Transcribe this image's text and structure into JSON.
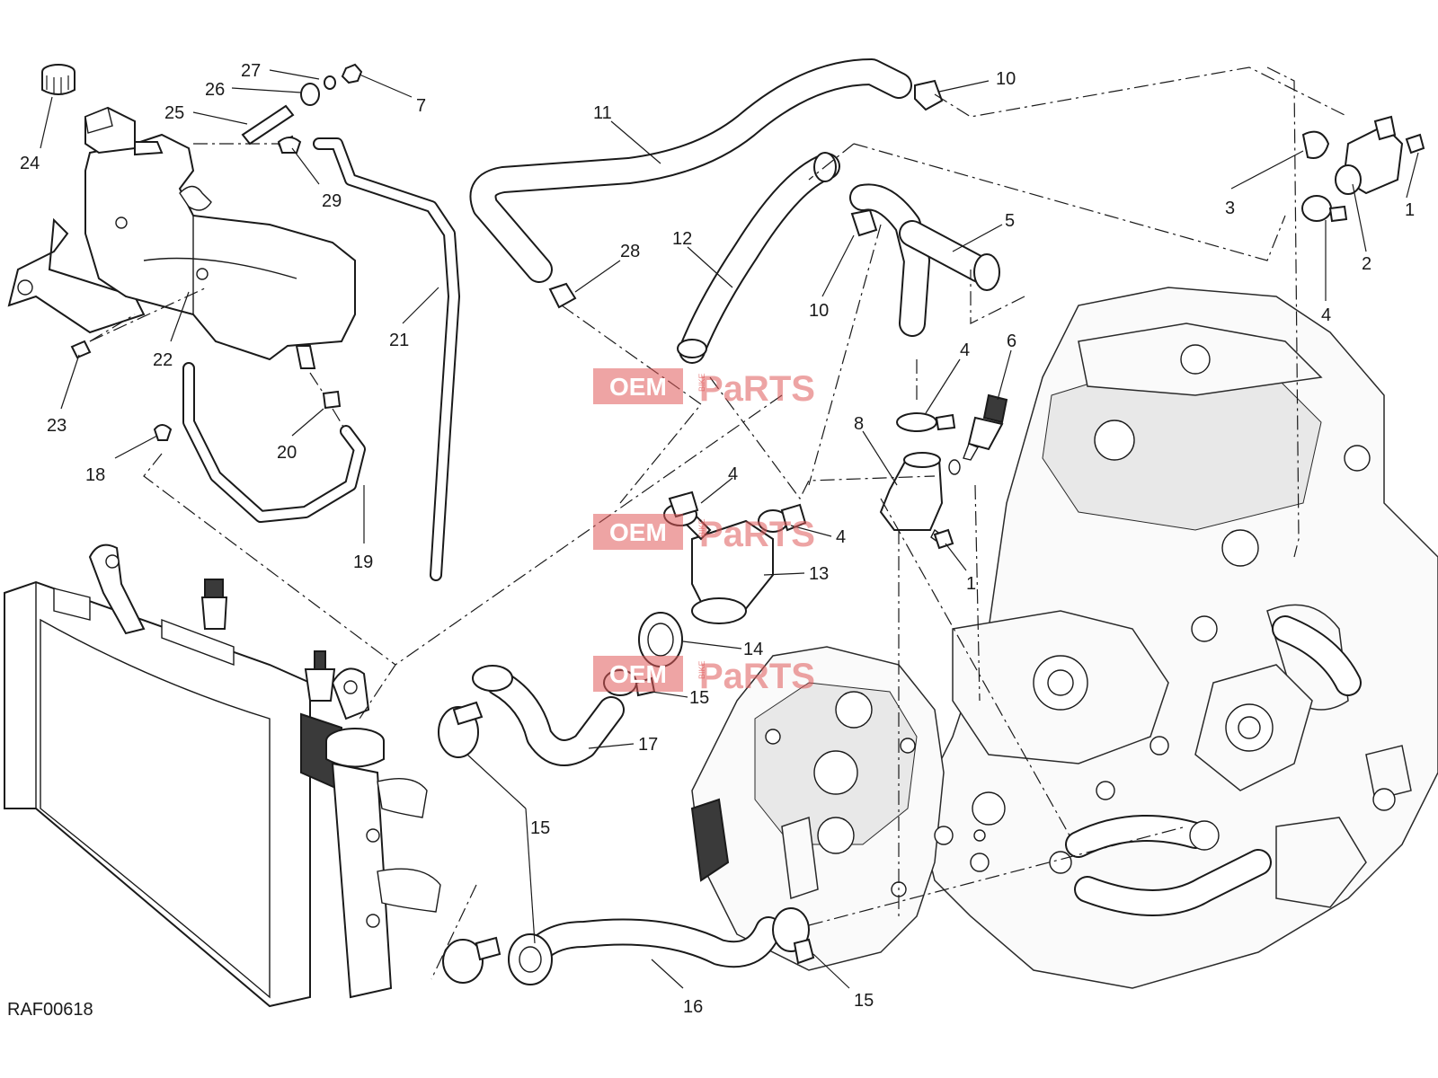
{
  "diagram": {
    "reference_code": "RAF00618",
    "watermark": {
      "left": "OEM",
      "small": "BIKE",
      "right": "PaRTS"
    },
    "labels": [
      {
        "id": "lbl-27",
        "text": "27"
      },
      {
        "id": "lbl-26",
        "text": "26"
      },
      {
        "id": "lbl-7",
        "text": "7"
      },
      {
        "id": "lbl-25",
        "text": "25"
      },
      {
        "id": "lbl-24",
        "text": "24"
      },
      {
        "id": "lbl-29",
        "text": "29"
      },
      {
        "id": "lbl-22",
        "text": "22"
      },
      {
        "id": "lbl-23",
        "text": "23"
      },
      {
        "id": "lbl-21",
        "text": "21"
      },
      {
        "id": "lbl-20",
        "text": "20"
      },
      {
        "id": "lbl-18",
        "text": "18"
      },
      {
        "id": "lbl-19",
        "text": "19"
      },
      {
        "id": "lbl-11",
        "text": "11"
      },
      {
        "id": "lbl-10a",
        "text": "10"
      },
      {
        "id": "lbl-28",
        "text": "28"
      },
      {
        "id": "lbl-12",
        "text": "12"
      },
      {
        "id": "lbl-10b",
        "text": "10"
      },
      {
        "id": "lbl-5",
        "text": "5"
      },
      {
        "id": "lbl-3",
        "text": "3"
      },
      {
        "id": "lbl-2",
        "text": "2"
      },
      {
        "id": "lbl-1a",
        "text": "1"
      },
      {
        "id": "lbl-4a",
        "text": "4"
      },
      {
        "id": "lbl-4b",
        "text": "4"
      },
      {
        "id": "lbl-6",
        "text": "6"
      },
      {
        "id": "lbl-8",
        "text": "8"
      },
      {
        "id": "lbl-1b",
        "text": "1"
      },
      {
        "id": "lbl-4c",
        "text": "4"
      },
      {
        "id": "lbl-4d",
        "text": "4"
      },
      {
        "id": "lbl-13",
        "text": "13"
      },
      {
        "id": "lbl-14",
        "text": "14"
      },
      {
        "id": "lbl-15a",
        "text": "15"
      },
      {
        "id": "lbl-17",
        "text": "17"
      },
      {
        "id": "lbl-15b",
        "text": "15"
      },
      {
        "id": "lbl-16",
        "text": "16"
      },
      {
        "id": "lbl-15c",
        "text": "15"
      }
    ]
  }
}
